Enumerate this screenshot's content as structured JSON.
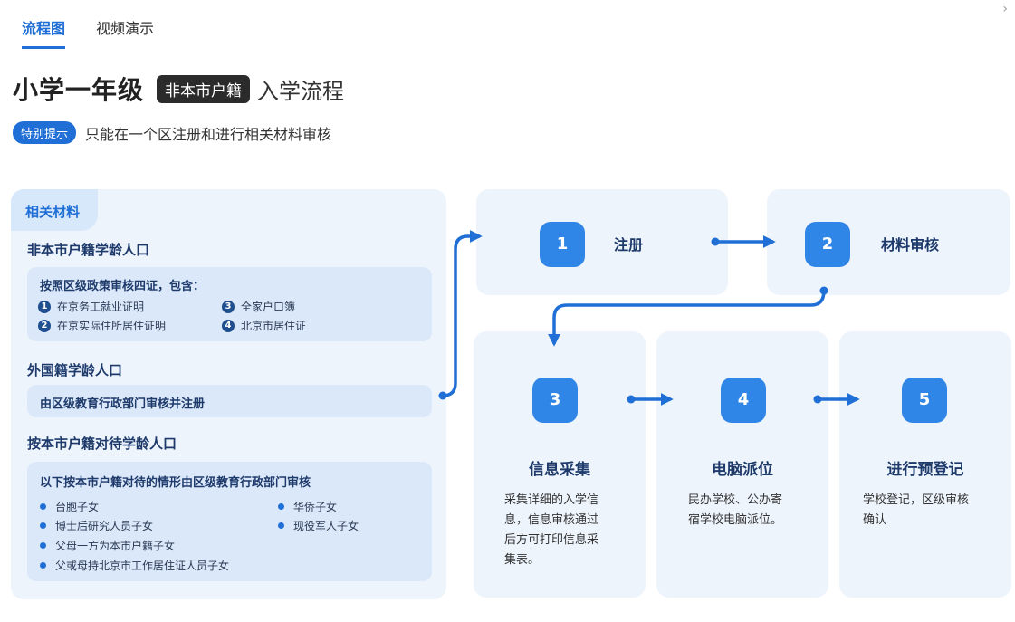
{
  "tabs": [
    {
      "label": "流程图",
      "active": true
    },
    {
      "label": "视频演示",
      "active": false
    }
  ],
  "top_icon": "›",
  "title": {
    "main": "小学一年级",
    "tag": "非本市户籍",
    "rest": "入学流程"
  },
  "notice": {
    "badge": "特别提示",
    "text": "只能在一个区注册和进行相关材料审核"
  },
  "left_panel": {
    "tab": "相关材料",
    "section1": {
      "title": "非本市户籍学龄人口",
      "box_head": "按照区级政策审核四证，包含：",
      "items": [
        {
          "num": "1",
          "text": "在京务工就业证明"
        },
        {
          "num": "3",
          "text": "全家户口簿"
        },
        {
          "num": "2",
          "text": "在京实际住所居住证明"
        },
        {
          "num": "4",
          "text": "北京市居住证"
        }
      ]
    },
    "section2": {
      "title": "外国籍学龄人口",
      "box_text": "由区级教育行政部门审核并注册"
    },
    "section3": {
      "title": "按本市户籍对待学龄人口",
      "box_head": "以下按本市户籍对待的情形由区级教育行政部门审核",
      "items": [
        "台胞子女",
        "华侨子女",
        "博士后研究人员子女",
        "现役军人子女",
        "父母一方为本市户籍子女",
        "父或母持北京市工作居住证人员子女"
      ]
    }
  },
  "steps": [
    {
      "num": "1",
      "title": "注册"
    },
    {
      "num": "2",
      "title": "材料审核"
    },
    {
      "num": "3",
      "title": "信息采集",
      "desc": [
        "采集详细的入学信",
        "息，信息审核通过",
        "后方可打印信息采",
        "集表。"
      ]
    },
    {
      "num": "4",
      "title": "电脑派位",
      "desc": [
        "民办学校、公办寄",
        "宿学校电脑派位。"
      ]
    },
    {
      "num": "5",
      "title": "进行预登记",
      "desc": [
        "学校登记，区级审核",
        "确认"
      ]
    }
  ],
  "colors": {
    "accent": "#1f6fd6",
    "card_bg": "#eef4fc",
    "circle": "#2f86e6",
    "dark_text": "#1d3a6b"
  }
}
